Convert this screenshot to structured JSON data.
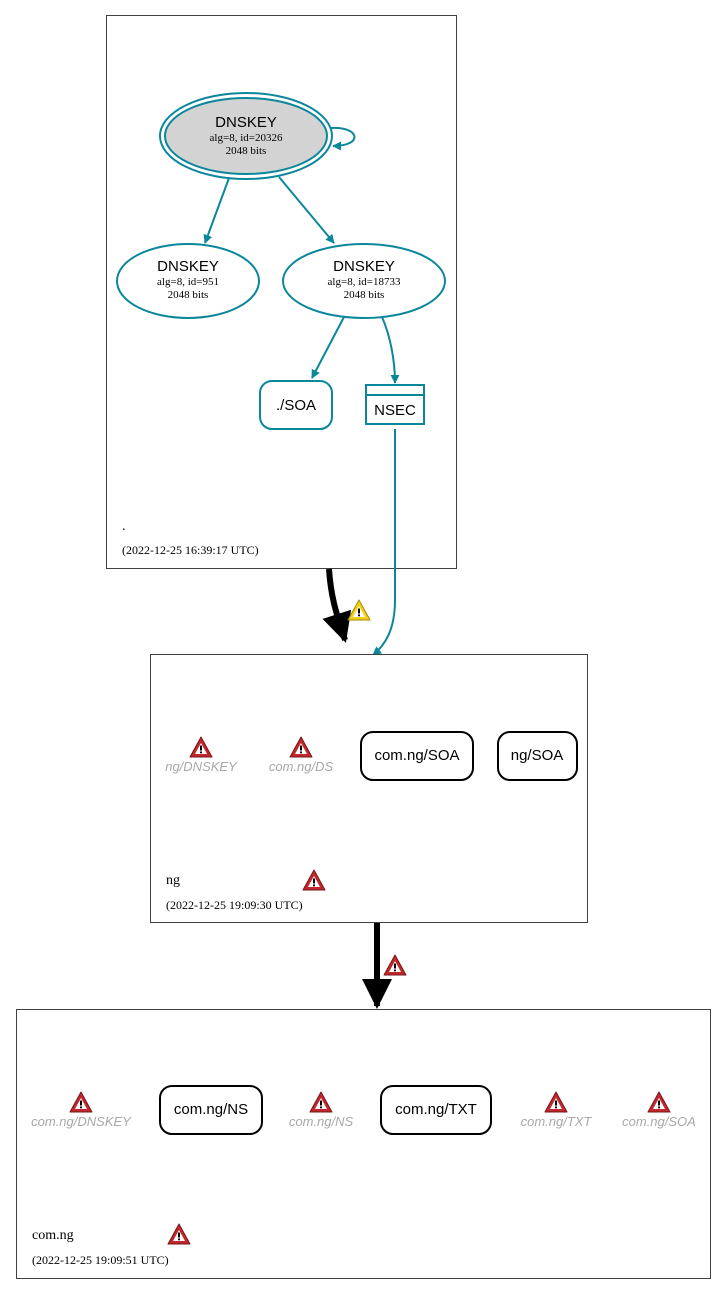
{
  "colors": {
    "teal": "#0a879a",
    "keyFill": "#d3d3d3",
    "zoneBorder": "#404040",
    "warnRed": "#c0282d",
    "warnYellow": "#e6c200",
    "missing": "#a8a8a8"
  },
  "zones": {
    "root": {
      "name": ".",
      "timestamp": "(2022-12-25 16:39:17 UTC)",
      "ksk": {
        "title": "DNSKEY",
        "line1": "alg=8, id=20326",
        "line2": "2048 bits"
      },
      "zsk1": {
        "title": "DNSKEY",
        "line1": "alg=8, id=951",
        "line2": "2048 bits"
      },
      "zsk2": {
        "title": "DNSKEY",
        "line1": "alg=8, id=18733",
        "line2": "2048 bits"
      },
      "soa": "./SOA",
      "nsec": "NSEC"
    },
    "ng": {
      "name": "ng",
      "timestamp": "(2022-12-25 19:09:30 UTC)",
      "missing_dnskey": "ng/DNSKEY",
      "missing_ds": "com.ng/DS",
      "rr_comng_soa": "com.ng/SOA",
      "rr_ng_soa": "ng/SOA"
    },
    "comng": {
      "name": "com.ng",
      "timestamp": "(2022-12-25 19:09:51 UTC)",
      "missing_dnskey": "com.ng/DNSKEY",
      "rr_ns": "com.ng/NS",
      "missing_ns": "com.ng/NS",
      "rr_txt": "com.ng/TXT",
      "missing_txt": "com.ng/TXT",
      "missing_soa": "com.ng/SOA"
    }
  }
}
